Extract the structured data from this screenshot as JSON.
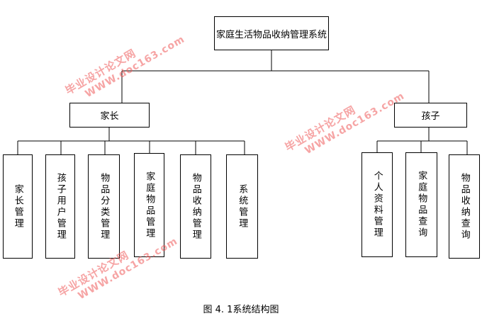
{
  "diagram": {
    "root": "家庭生活物品收纳管理系统",
    "branches": [
      {
        "label": "家长",
        "leaves": [
          "家长管理",
          "孩子用户管理",
          "物品分类管理",
          "家庭物品管理",
          "物品收纳管理",
          "系统管理"
        ]
      },
      {
        "label": "孩子",
        "leaves": [
          "个人资料管理",
          "家庭物品查询",
          "物品收纳查询"
        ]
      }
    ]
  },
  "caption": "图 4. 1系统结构图",
  "watermark": {
    "name": "毕业设计论文网",
    "url": "WWW.doc163.com"
  },
  "colors": {
    "line": "#000000",
    "watermark": "#ee5a5a"
  }
}
